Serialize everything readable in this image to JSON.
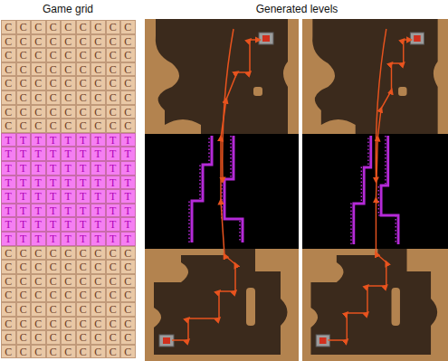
{
  "diagram": {
    "labels": [
      "Game grid",
      "Generated levels",
      "C",
      "C",
      "C",
      "C",
      "C",
      "C",
      "C",
      "C",
      "C",
      "C",
      "C",
      "C",
      "C",
      "C",
      "C",
      "C",
      "C",
      "C",
      "C",
      "C",
      "C",
      "C",
      "C",
      "C",
      "C",
      "C",
      "C",
      "C",
      "C",
      "C",
      "C",
      "C",
      "C",
      "C",
      "C",
      "C",
      "C",
      "C",
      "C",
      "C",
      "C",
      "C",
      "C",
      "C",
      "C",
      "C",
      "C",
      "C",
      "C",
      "C",
      "C",
      "C",
      "C",
      "C",
      "C",
      "C",
      "C",
      "C",
      "C",
      "C",
      "C",
      "C",
      "C",
      "C",
      "C",
      "C",
      "C",
      "C",
      "C",
      "C",
      "C",
      "C",
      "T",
      "T",
      "T",
      "T",
      "T",
      "T",
      "T",
      "T",
      "T",
      "T",
      "T",
      "T",
      "T",
      "T",
      "T",
      "T",
      "T",
      "T",
      "T",
      "T",
      "T",
      "T",
      "T",
      "T",
      "T",
      "T",
      "T",
      "T",
      "T",
      "T",
      "T",
      "T",
      "T",
      "T",
      "T",
      "T",
      "T",
      "T",
      "T",
      "T",
      "T",
      "T",
      "T",
      "T",
      "T",
      "T",
      "T",
      "T",
      "T",
      "T",
      "T",
      "T",
      "T",
      "T",
      "T",
      "T",
      "T",
      "T",
      "T",
      "T",
      "T",
      "T",
      "T",
      "T",
      "T",
      "T",
      "T",
      "T",
      "T",
      "T",
      "T",
      "T",
      "C",
      "C",
      "C",
      "C",
      "C",
      "C",
      "C",
      "C",
      "C",
      "C",
      "C",
      "C",
      "C",
      "C",
      "C",
      "C",
      "C",
      "C",
      "C",
      "C",
      "C",
      "C",
      "C",
      "C",
      "C",
      "C",
      "C",
      "C",
      "C",
      "C",
      "C",
      "C",
      "C",
      "C",
      "C",
      "C",
      "C",
      "C",
      "C",
      "C",
      "C",
      "C",
      "C",
      "C",
      "C",
      "C",
      "C",
      "C",
      "C",
      "C",
      "C",
      "C",
      "C",
      "C",
      "C",
      "C",
      "C",
      "C",
      "C",
      "C",
      "C",
      "C",
      "C",
      "C",
      "C",
      "C",
      "C",
      "C",
      "C",
      "C",
      "C",
      "C"
    ]
  }
}
